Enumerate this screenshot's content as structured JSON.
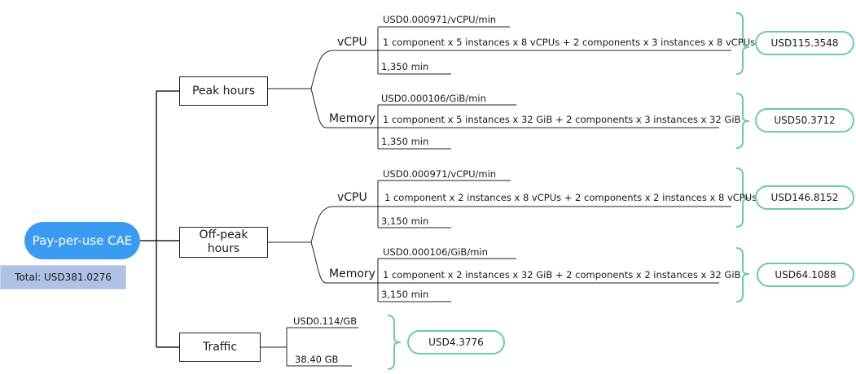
{
  "root": {
    "label": "Pay-per-use CAE",
    "total": "Total: USD381.0276"
  },
  "peak": {
    "label": "Peak hours",
    "vcpu": {
      "label": "vCPU",
      "price": "USD0.000971/vCPU/min",
      "formula": "1 component x 5 instances x 8 vCPUs + 2 components x 3 instances x 8 vCPUs",
      "duration": "1,350 min",
      "result": "USD115.3548"
    },
    "memory": {
      "label": "Memory",
      "price": "USD0.000106/GiB/min",
      "formula": "1 component x 5 instances x 32 GiB + 2 components x 3 instances x 32 GiB",
      "duration": "1,350 min",
      "result": "USD50.3712"
    }
  },
  "offpeak": {
    "label": "Off-peak hours",
    "vcpu": {
      "label": "vCPU",
      "price": "USD0.000971/vCPU/min",
      "formula": "1 component x 2 instances x 8 vCPUs + 2 components x 2 instances x 8 vCPUs",
      "duration": "3,150 min",
      "result": "USD146.8152"
    },
    "memory": {
      "label": "Memory",
      "price": "USD0.000106/GiB/min",
      "formula": "1 component x 2 instances x 32 GiB + 2 components x 2 instances x 32 GiB",
      "duration": "3,150 min",
      "result": "USD64.1088"
    }
  },
  "traffic": {
    "label": "Traffic",
    "price": "USD0.114/GB",
    "amount": "38.40 GB",
    "result": "USD4.3776"
  },
  "colors": {
    "root": "#3b9bf2",
    "total_bg": "#aec2e6",
    "result_border": "#6ccaa9",
    "line": "#222222"
  }
}
